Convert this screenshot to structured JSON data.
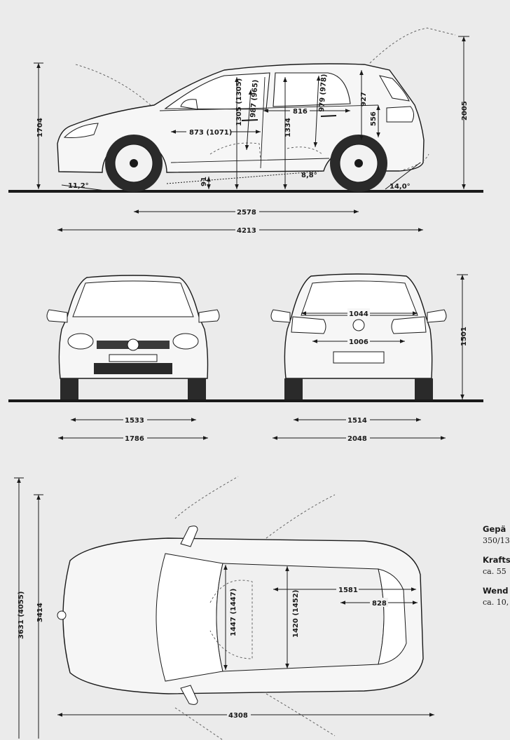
{
  "colors": {
    "background": "#ebebeb",
    "line": "#1a1a1a",
    "body_fill": "#f6f6f6",
    "dashed": "#555555"
  },
  "side_view": {
    "height": "1704",
    "height_mirrors_open": "2005",
    "wheelbase": "2578",
    "length": "4213",
    "ground_clearance": "91",
    "approach_angle": "11,2°",
    "departure_angle": "14,0°",
    "ramp_angle": "8,8°",
    "front_headroom": "1305 (1305)",
    "front_seat_height": "987 (965)",
    "rear_headroom": "979 (978)",
    "seat_to_roof": "927",
    "loading_sill": "556",
    "front_seat_legroom": "873 (1071)",
    "rear_legroom": "816",
    "interior_height": "1334"
  },
  "front_view": {
    "track_front": "1533",
    "width": "1786"
  },
  "rear_view": {
    "track_rear": "1514",
    "width_with_mirrors": "2048",
    "height": "1501",
    "boot_width_top": "1044",
    "boot_width_between_arches": "1006"
  },
  "top_view": {
    "length_a": "3631 (4055)",
    "length_b": "3414",
    "elbow_width_front": "1447 (1447)",
    "elbow_width_rear": "1420 (1452)",
    "interior_length": "1581",
    "boot_length": "828",
    "overall_length_lower": "4308"
  },
  "notes": [
    {
      "title": "Gepä",
      "value": "350/13"
    },
    {
      "title": "Krafts",
      "value": "ca. 55"
    },
    {
      "title": "Wend",
      "value": "ca. 10,"
    }
  ]
}
